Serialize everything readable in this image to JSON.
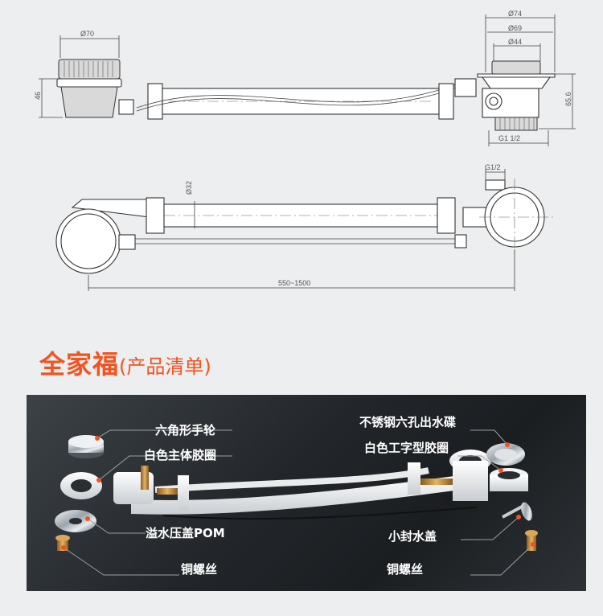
{
  "drawing": {
    "dims": {
      "d70": "Ø70",
      "h46": "46",
      "d74": "Ø74",
      "d69": "Ø69",
      "d44": "Ø44",
      "h656": "65.6",
      "g112": "G1 1/2",
      "d32": "Ø32",
      "g12": "G1/2",
      "len": "550~1500"
    }
  },
  "heading": {
    "main": "全家福",
    "sub": "(产品清单)"
  },
  "parts": {
    "hex_handwheel": "六角形手轮",
    "white_gasket": "白色主体胶圈",
    "overflow_cover": "溢水压盖POM",
    "copper_screw_left": "铜螺丝",
    "stainless_drain": "不锈钢六孔出水碟",
    "white_i_gasket": "白色工字型胶圈",
    "small_seal_cap": "小封水盖",
    "copper_screw_right": "铜螺丝"
  },
  "colors": {
    "accent": "#f2531f",
    "panel": "#22262a",
    "label_text": "#ffffff"
  }
}
